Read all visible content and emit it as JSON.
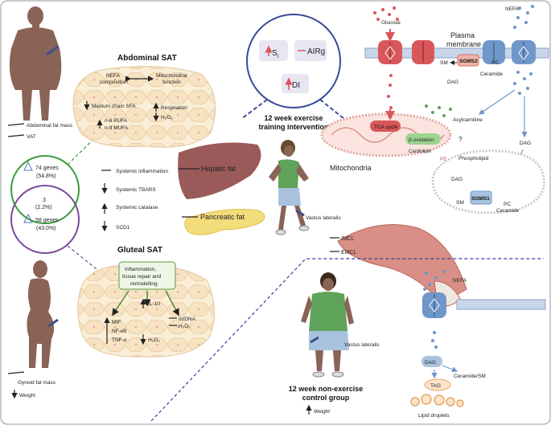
{
  "labels": {
    "abdominal_fat_mass": "Abdominal fat mass",
    "vat": "VAT",
    "abdominal_sat": "Abdominal SAT",
    "nefa_composition_1": "NEFA",
    "nefa_composition_2": "composition",
    "mito_function_1": "Mitochondrial",
    "mito_function_2": "function",
    "medium_chain_sfa": "Medium chain SFA",
    "n6_pufa": "n-6 PUFA",
    "n9_mufa": "n-9 MUFA",
    "respiration": "Respiration",
    "h2o2": "H₂O₂",
    "venn_top_count": "74 genes",
    "venn_top_pct": "(54.8%)",
    "venn_mid_count": "3",
    "venn_mid_pct": "(2.2%)",
    "venn_bottom_count": "58 genes",
    "venn_bottom_pct": "(43.0%)",
    "systemic_inflammation": "Systemic inflammation",
    "systemic_tbars": "Systemic TBARS",
    "systemic_catalase": "Systemic catalase",
    "scd1": "SCD1",
    "hepatic_fat": "Hepatic fat",
    "pancreatic_fat": "Pancreatic fat",
    "gluteal_sat": "Gluteal SAT",
    "inflammation_box_1": "Inflammation,",
    "inflammation_box_2": "tissue repair and",
    "inflammation_box_3": "remodelling",
    "mif": "MIF",
    "nfkb": "NF-κB",
    "tnfa": "TNF-α",
    "il10": "IL-10",
    "mtdna": "mtDNA",
    "gynoid_fat_mass": "Gynoid fat mass",
    "weight": "Weight",
    "si": "S",
    "si_sub": "I",
    "airg": "AIRg",
    "di": "DI",
    "exercise_title_1": "12 week exercise",
    "exercise_title_2": "training intervention",
    "vastus_lateralis": "Vastus lateralis",
    "imcl": "IMCL",
    "emcl": "EMCL",
    "control_title_1": "12 week non-exercise",
    "control_title_2": "control group",
    "glucose": "Glucose",
    "plasma_membrane_1": "Plasma",
    "plasma_membrane_2": "membrane",
    "nefa": "NEFA",
    "sm": "SM",
    "sgms2": "SGMS2",
    "pc": "PC",
    "dag": "DAG",
    "ceramide": "Ceramide",
    "acylcarnitine": "Acylcarnitine",
    "tca_cycle": "TCA cycle",
    "beta_oxidation": "β-oxidation",
    "cardiolipin": "Cardiolipin",
    "pe": "PE",
    "question": "?",
    "mitochondria": "Mitochondria",
    "phospholipid": "Phospholipid",
    "sgms1": "SGMS1",
    "ceramide_sm": "Ceramide/SM",
    "tag": "TAG",
    "lipid_droplets": "Lipid droplets"
  },
  "colors": {
    "skin": "#8a6357",
    "fat_cell": "#f7e7cc",
    "liver": "#9b5a5a",
    "pancreas": "#f3dc7a",
    "muscle": "#d98f85",
    "shirt": "#5fa35a",
    "shorts": "#a9c3df",
    "glucose_red": "#d9575a",
    "nefa_blue": "#6f97c9",
    "green_circle": "#3c9a3c",
    "purple_circle": "#7a4a9a",
    "divider_blue": "#3b3fa0"
  }
}
